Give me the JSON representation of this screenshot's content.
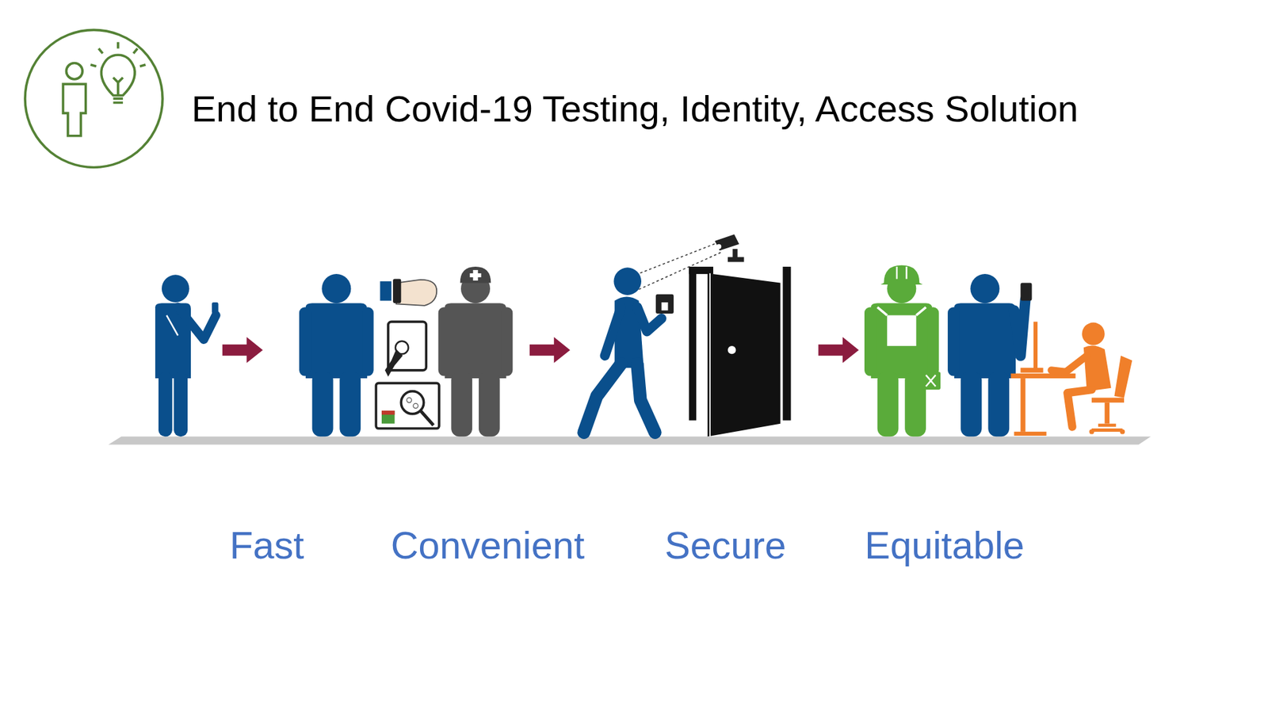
{
  "diagram": {
    "title": "End to End Covid-19 Testing, Identity, Access Solution",
    "labels": [
      "Fast",
      "Convenient",
      "Secure",
      "Equitable"
    ]
  }
}
